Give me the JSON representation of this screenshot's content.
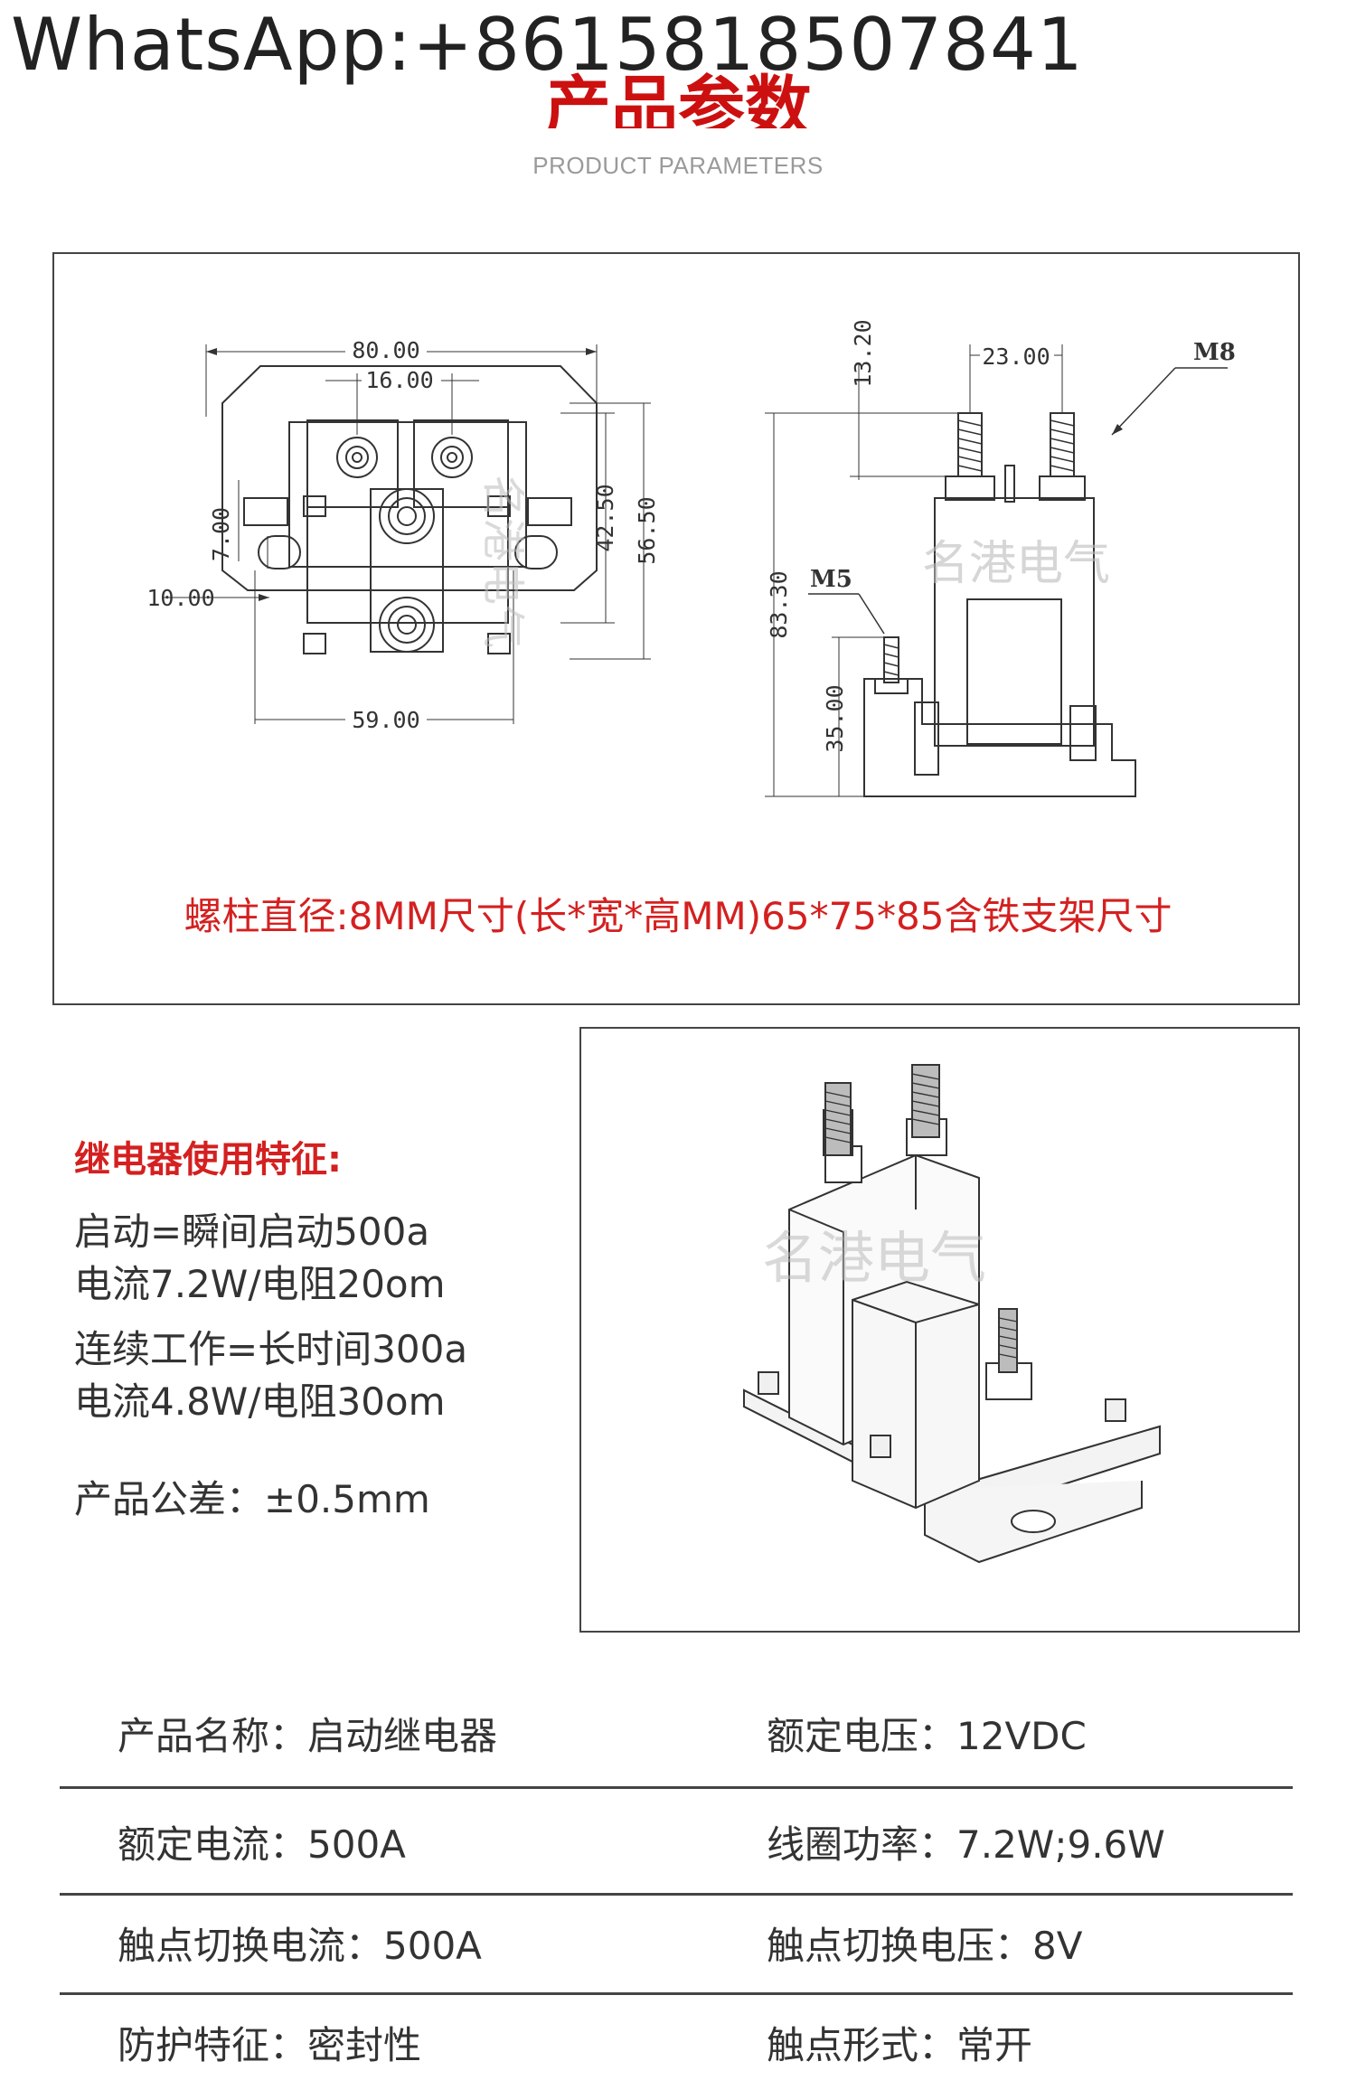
{
  "watermark_contact": "WhatsApp:+8615818507841",
  "header": {
    "title_cn": "产品参数",
    "title_en": "PRODUCT PARAMETERS"
  },
  "drawing": {
    "front_view": {
      "width_overall": "80.00",
      "terminal_pitch": "16.00",
      "slot_offset": "7.00",
      "slot_edge": "10.00",
      "inner_height": "42.50",
      "outer_height": "56.50",
      "mount_width": "59.00"
    },
    "side_view": {
      "stud_length": "13.20",
      "stud_pitch": "23.00",
      "stud_thread": "M8",
      "overall_height": "83.30",
      "small_stud_thread": "M5",
      "small_stud_height": "35.00"
    },
    "watermark_text": "名港电气",
    "note": "螺柱直径:8MM尺寸(长*宽*高MM)65*75*85含铁支架尺寸"
  },
  "features": {
    "heading": "继电器使用特征:",
    "lines": [
      "启动=瞬间启动500a",
      "电流7.2W/电阻20om",
      "连续工作=长时间300a",
      "电流4.8W/电阻30om",
      "产品公差：±0.5mm"
    ]
  },
  "render_watermark": "名港电气",
  "specs": [
    {
      "left": "产品名称：启动继电器",
      "right": "额定电压：12VDC"
    },
    {
      "left": "额定电流：500A",
      "right": "线圈功率：7.2W;9.6W"
    },
    {
      "left": "触点切换电流：500A",
      "right": "触点切换电压：8V"
    },
    {
      "left": "防护特征：密封性",
      "right": "触点形式：常开"
    }
  ]
}
